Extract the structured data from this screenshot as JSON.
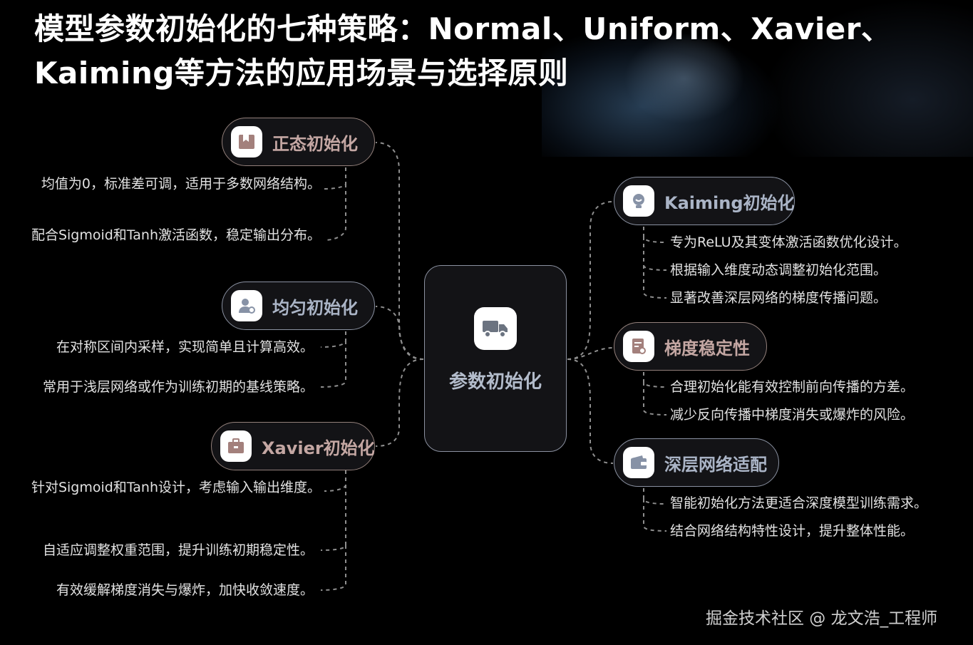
{
  "title": "模型参数初始化的七种策略：Normal、Uniform、Xavier、Kaiming等方法的应用场景与选择原则",
  "center": {
    "label": "参数初始化",
    "icon": "truck-icon"
  },
  "branches": {
    "normal": {
      "label": "正态初始化",
      "icon": "book-icon",
      "items": [
        "均值为0，标准差可调，适用于多数网络结构。",
        "配合Sigmoid和Tanh激活函数，稳定输出分布。"
      ]
    },
    "uniform": {
      "label": "均匀初始化",
      "icon": "user-icon",
      "items": [
        "在对称区间内采样，实现简单且计算高效。",
        "常用于浅层网络或作为训练初期的基线策略。"
      ]
    },
    "xavier": {
      "label": "Xavier初始化",
      "icon": "briefcase-icon",
      "items": [
        "针对Sigmoid和Tanh设计，考虑输入输出维度。",
        "自适应调整权重范围，提升训练初期稳定性。",
        "有效缓解梯度消失与爆炸，加快收敛速度。"
      ]
    },
    "kaiming": {
      "label": "Kaiming初始化",
      "icon": "lightbulb-icon",
      "items": [
        "专为ReLU及其变体激活函数优化设计。",
        "根据输入维度动态调整初始化范围。",
        "显著改善深层网络的梯度传播问题。"
      ]
    },
    "gradient": {
      "label": "梯度稳定性",
      "icon": "document-icon",
      "items": [
        "合理初始化能有效控制前向传播的方差。",
        "减少反向传播中梯度消失或爆炸的风险。"
      ]
    },
    "deep": {
      "label": "深层网络适配",
      "icon": "wallet-icon",
      "items": [
        "智能初始化方法更适合深度模型训练需求。",
        "结合网络结构特性设计，提升整体性能。"
      ]
    }
  },
  "watermark": "掘金技术社区 @ 龙文浩_工程师",
  "colors": {
    "warm_accent": "#c4a7a3",
    "cool_accent": "#aab4c6",
    "background": "#000000"
  }
}
